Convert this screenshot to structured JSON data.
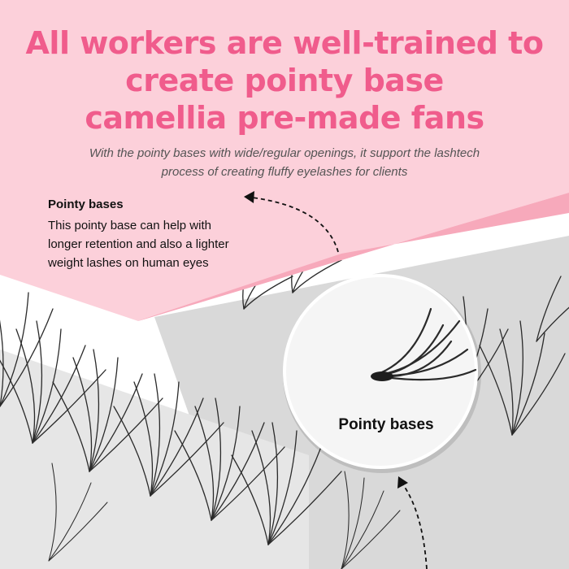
{
  "headline": {
    "line1": "All workers are well-trained to",
    "line2": "create pointy base",
    "line3": "camellia pre-made fans"
  },
  "subtitle": {
    "line1": "With the pointy bases with wide/regular openings, it support the lashtech",
    "line2": "process of creating fluffy eyelashes for clients"
  },
  "callout": {
    "title": "Pointy bases",
    "line1": "This pointy base can help with",
    "line2": "longer retention and also a lighter",
    "line3": "weight lashes on human eyes"
  },
  "zoom_label": "Pointy bases",
  "colors": {
    "headline": "#f05c8c",
    "pink_panel": "#fcd0da",
    "pink_band": "#f7a9bb",
    "tray": "#d6d6d6",
    "lash": "#2a2a2a"
  }
}
